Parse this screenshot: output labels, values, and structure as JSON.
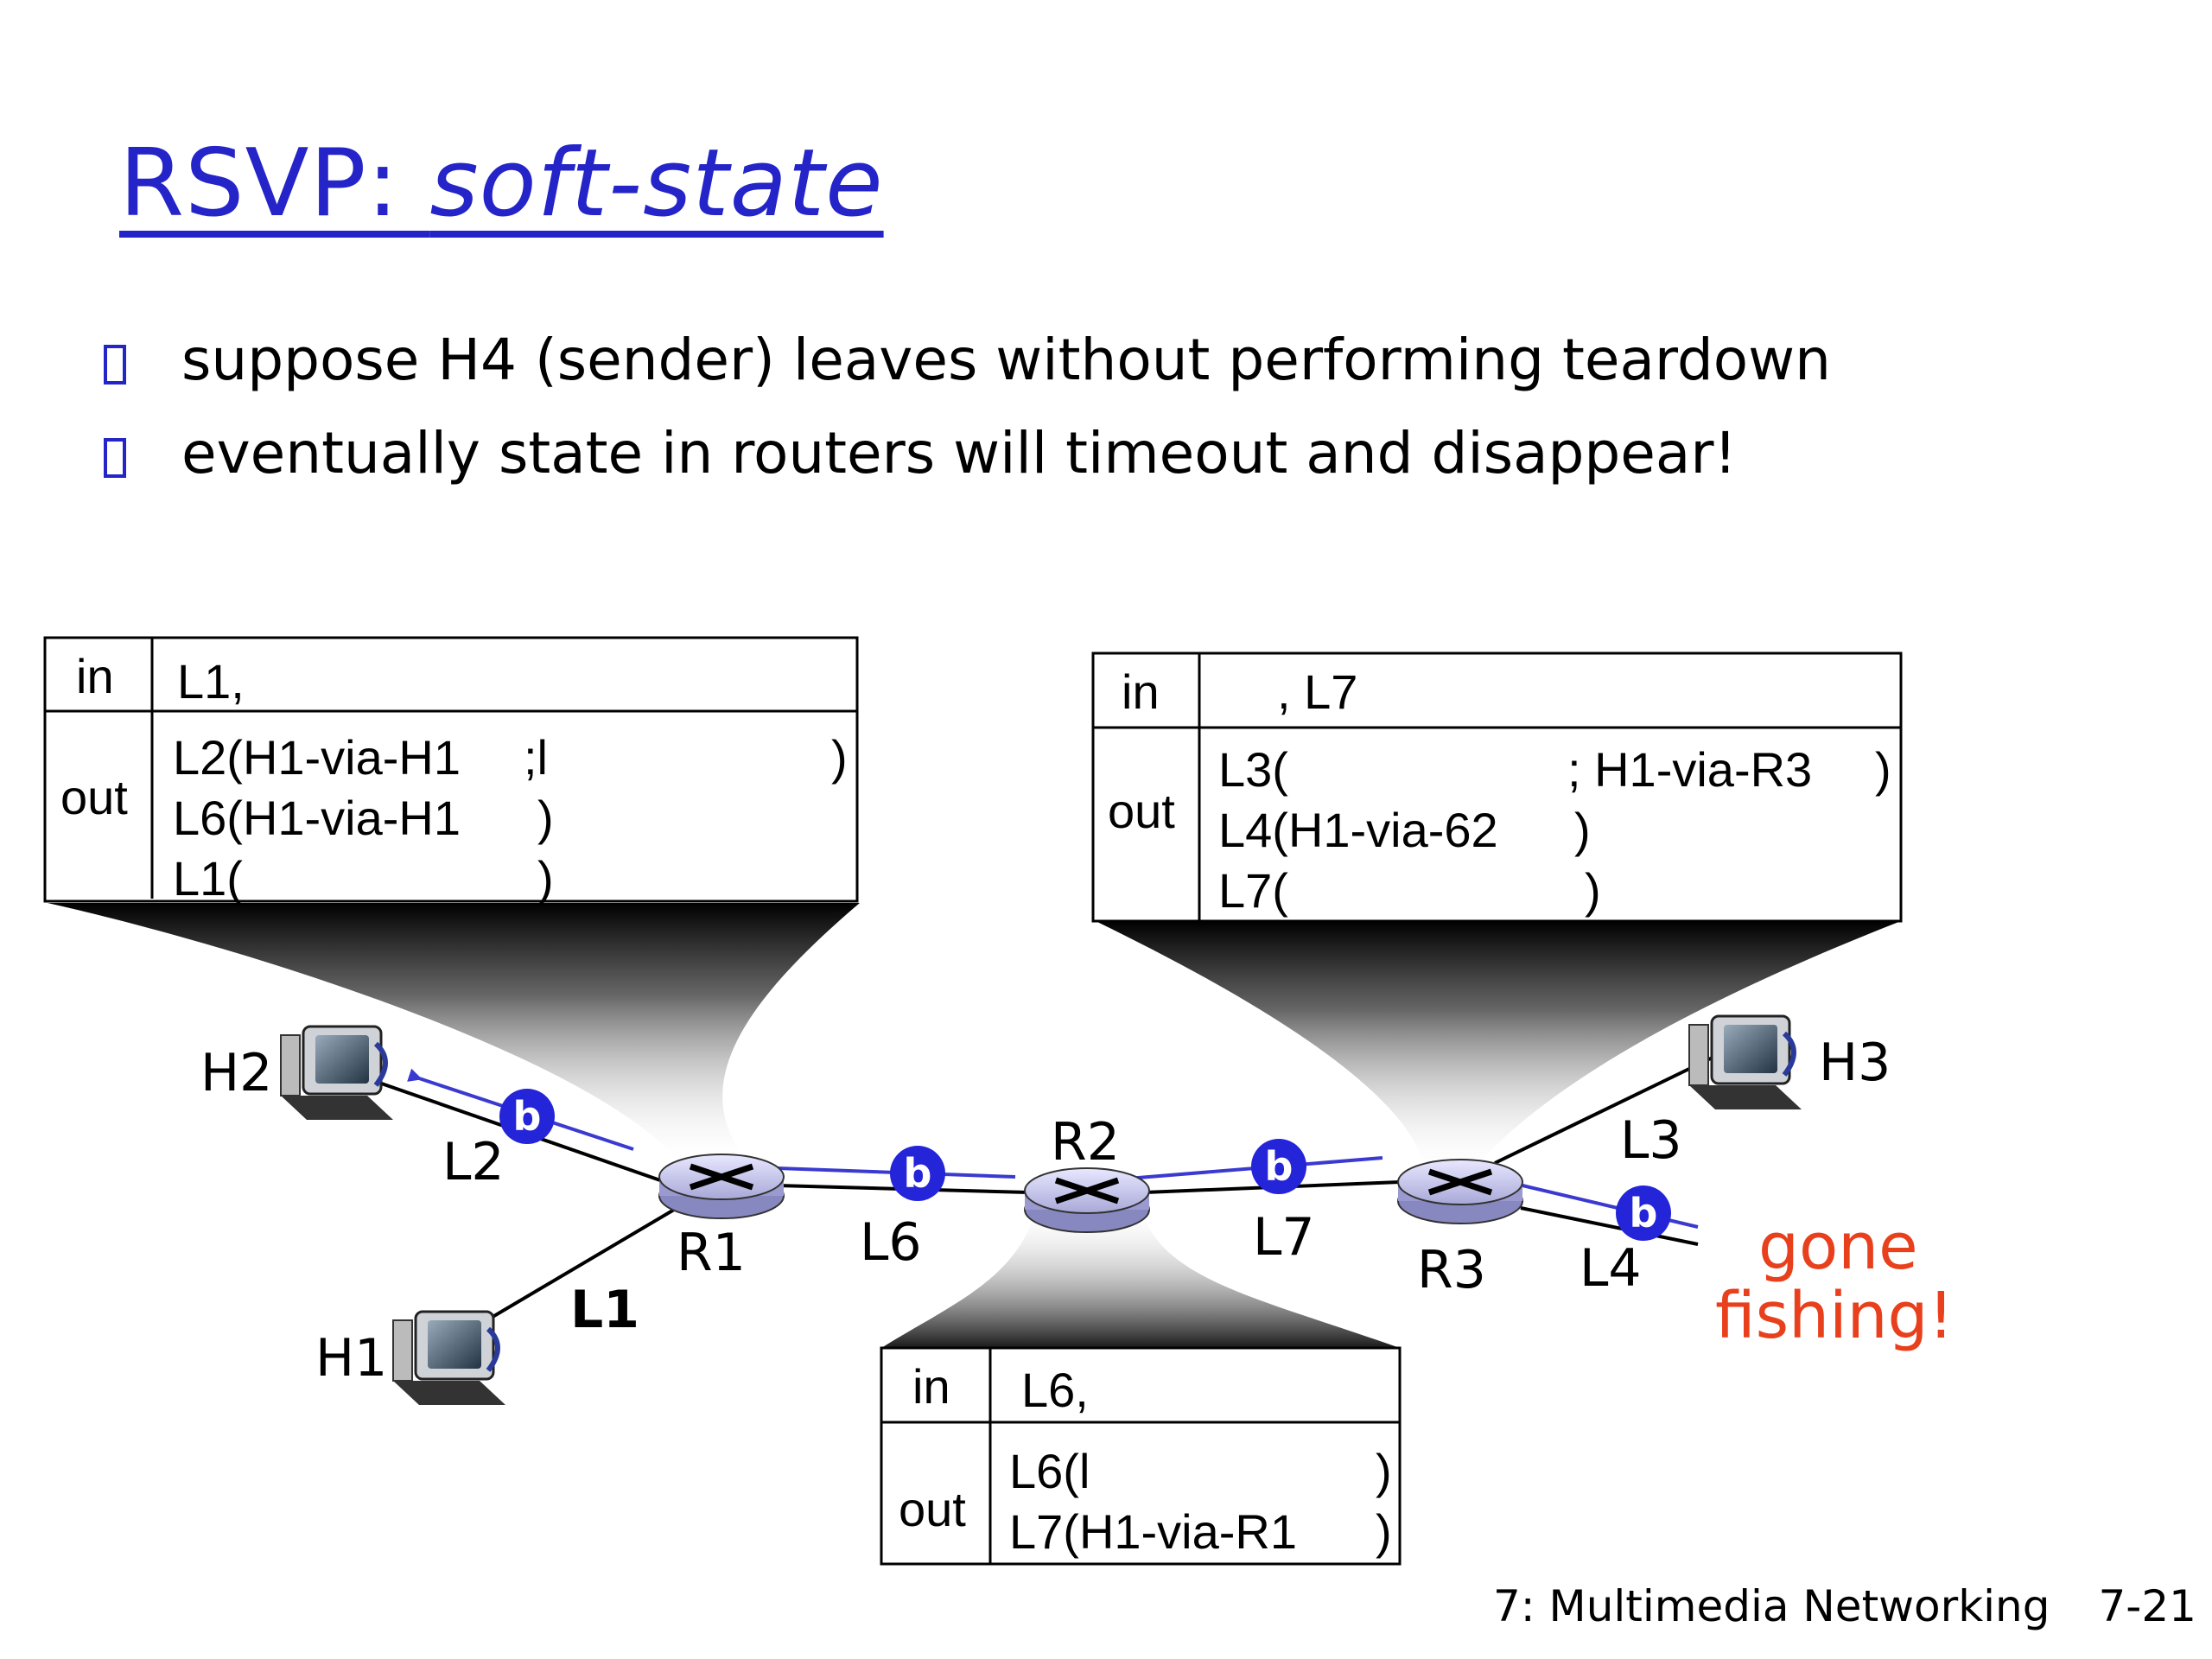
{
  "title": {
    "plain": "RSVP: ",
    "italic": "soft-state"
  },
  "bullets": [
    "suppose H4 (sender) leaves without performing teardown",
    "eventually state in routers will timeout and disappear!"
  ],
  "tables": {
    "r1": {
      "in_label": "in",
      "in_value": "L1,",
      "out_label": "out",
      "rows": [
        "L2(H1-via-H1",
        ";l",
        ")",
        "L6(H1-via-H1",
        ")",
        "L1(",
        ")"
      ]
    },
    "r3": {
      "in_label": "in",
      "in_value": ", L7",
      "out_label": "out",
      "rows": [
        "L3(",
        "; H1-via-R3",
        ")",
        "L4(H1-via-62",
        ")",
        "L7(",
        ")"
      ]
    },
    "r2": {
      "in_label": "in",
      "in_value": "L6,",
      "out_label": "out",
      "rows": [
        "L6(l",
        ")",
        "L7(H1-via-R1",
        ")"
      ]
    }
  },
  "hosts": {
    "h1": "H1",
    "h2": "H2",
    "h3": "H3"
  },
  "routers": {
    "r1": "R1",
    "r2": "R2",
    "r3": "R3"
  },
  "links": {
    "l1": "L1",
    "l2": "L2",
    "l3": "L3",
    "l4": "L4",
    "l6": "L6",
    "l7": "L7"
  },
  "message_label": "b",
  "gone_fishing": [
    "gone",
    "fishing!"
  ],
  "footer": {
    "course": "7: Multimedia Networking",
    "page": "7-21"
  },
  "colors": {
    "title": "#2424c8",
    "accent": "#3a3ad0",
    "gone": "#e8401c"
  },
  "icons": {
    "host": "desktop-computer-icon",
    "router": "router-icon"
  }
}
